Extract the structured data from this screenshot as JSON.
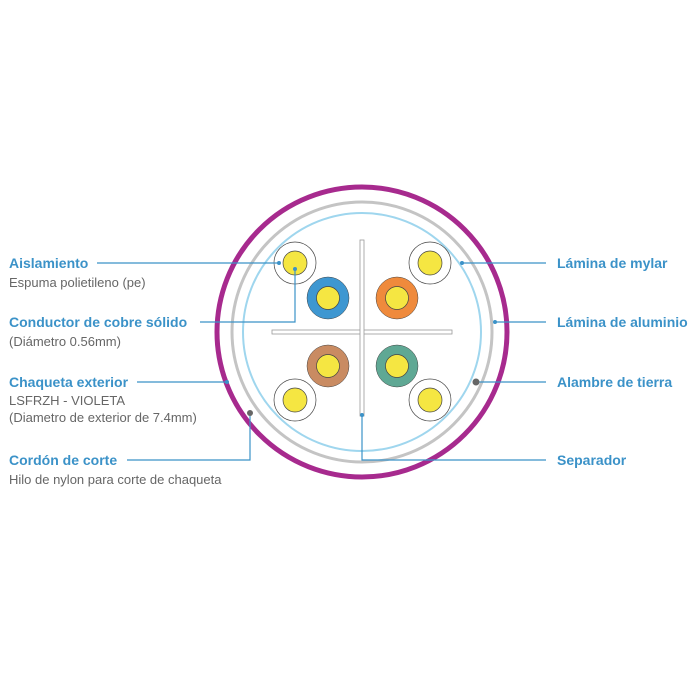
{
  "left_labels": {
    "aislamiento": {
      "title": "Aislamiento",
      "lines": [
        "Espuma polietileno (pe)"
      ]
    },
    "conductor": {
      "title": "Conductor de cobre sólido",
      "lines": [
        "(Diámetro 0.56mm)"
      ]
    },
    "chaqueta": {
      "title": "Chaqueta exterior",
      "lines": [
        "LSFRZH - VIOLETA",
        "(Diametro de exterior de 7.4mm)"
      ]
    },
    "cordon": {
      "title": "Cordón de corte",
      "lines": [
        "Hilo de nylon para corte de chaqueta"
      ]
    }
  },
  "right_labels": {
    "mylar": "Lámina de mylar",
    "aluminio": "Lámina de aluminio",
    "tierra": "Alambre de tierra",
    "separador": "Separador"
  },
  "colors": {
    "jacket": "#a72a8e",
    "aluminum": "#c4c4c4",
    "mylar": "#9fd6ee",
    "leader": "#3b92c8",
    "conductor": "#f5e642",
    "pair_blue": "#3e97d1",
    "pair_orange": "#ef8a3c",
    "pair_brown": "#c98b62",
    "pair_green": "#5fa894"
  }
}
